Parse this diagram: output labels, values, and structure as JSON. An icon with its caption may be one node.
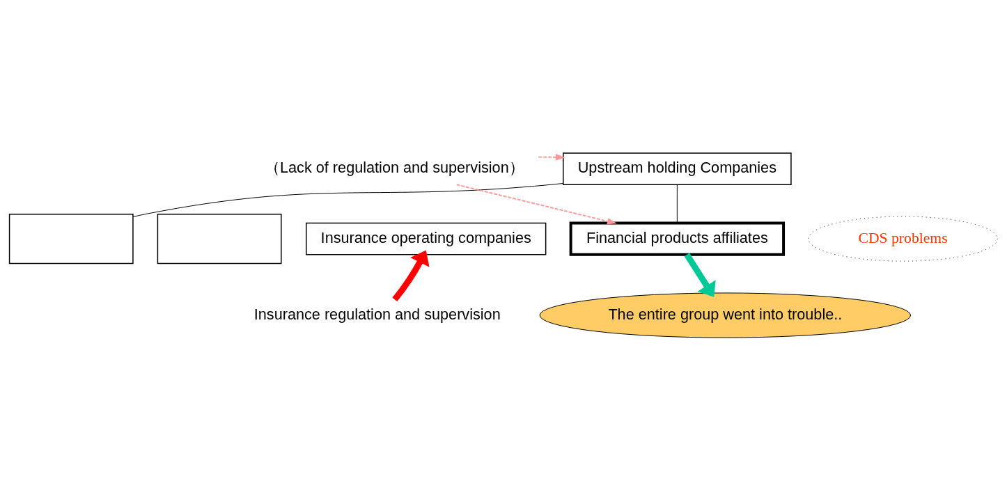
{
  "diagram": {
    "nodes": [
      {
        "text": [
          "Upstream holding Companies"
        ]
      },
      {
        "text": [
          "（Lack of regulation and supervision）"
        ]
      },
      {
        "text": [
          "Financial products affiliates"
        ]
      },
      {
        "text": [],
        "shape": "box"
      },
      {
        "text": [],
        "shape": "box"
      },
      {
        "text": [
          "Insurance operating companies"
        ]
      },
      {
        "text": [
          "CDS problems"
        ]
      },
      {
        "text": [
          "Insurance regulation and supervision"
        ]
      },
      {
        "text": [
          "The entire group went into trouble.."
        ]
      }
    ],
    "edges": [
      {
        "from": 0,
        "to": 3,
        "arrow": "none"
      },
      {
        "from": 0,
        "to": 2,
        "arrow": "none"
      },
      {
        "from": 1,
        "to": 0,
        "arrow": "to",
        "style": "dashed",
        "color": "#ff9999"
      },
      {
        "from": 1,
        "to": 2,
        "arrow": "to",
        "style": "dashed",
        "color": "#ff9999"
      },
      {
        "from": 7,
        "to": 5,
        "arrow": "to",
        "style": "thick",
        "color": "#ff0000"
      },
      {
        "from": 2,
        "to": 8,
        "arrow": "to",
        "style": "thick",
        "color": "#00c896"
      }
    ]
  }
}
